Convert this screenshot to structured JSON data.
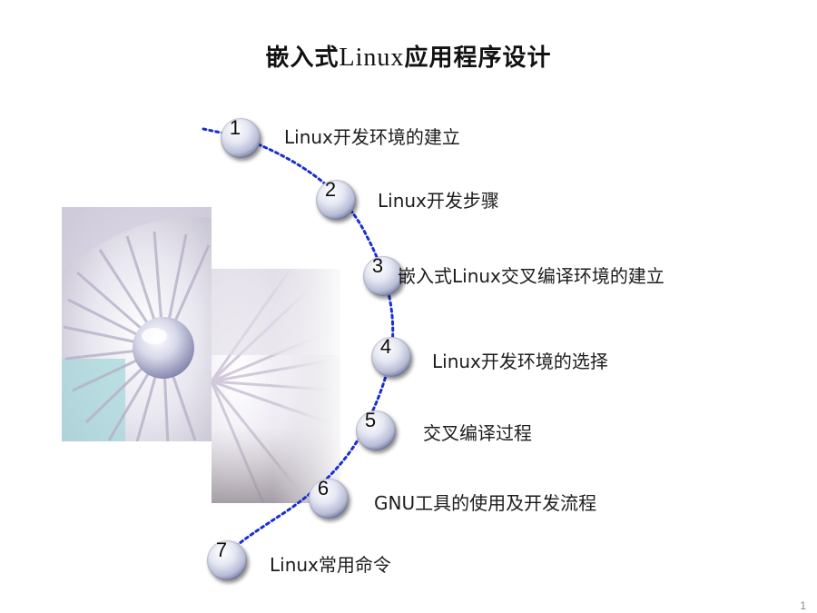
{
  "slide": {
    "title_cn_prefix": "嵌入式",
    "title_latin": "Linux",
    "title_cn_suffix": "应用程序设计",
    "page_number": "1"
  },
  "items": [
    {
      "number": "1",
      "label": "Linux开发环境的建立"
    },
    {
      "number": "2",
      "label": "Linux开发步骤"
    },
    {
      "number": "3",
      "label": "嵌入式Linux交叉编译环境的建立"
    },
    {
      "number": "4",
      "label": "Linux开发环境的选择"
    },
    {
      "number": "5",
      "label": "交叉编译过程"
    },
    {
      "number": "6",
      "label": "GNU工具的使用及开发流程"
    },
    {
      "number": "7",
      "label": "Linux常用命令"
    }
  ],
  "colors": {
    "arc": "#1a2fd1",
    "node_dark": "#262d5d",
    "accent_teal": "#9fd3d7"
  }
}
